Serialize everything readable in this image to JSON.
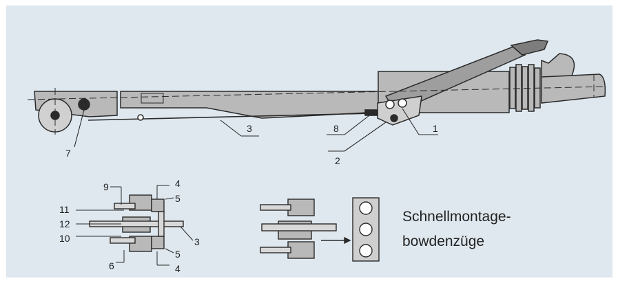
{
  "diagram": {
    "background": "#dfe8ef",
    "ink": "#2a2a2a",
    "fill": "#b9b9b9",
    "labels": [
      "7",
      "3",
      "8",
      "2",
      "1",
      "9",
      "11",
      "12",
      "10",
      "6",
      "4",
      "5",
      "3",
      "5",
      "4"
    ],
    "caption": [
      "Schnellmontage-",
      "bowdenzüge"
    ]
  }
}
